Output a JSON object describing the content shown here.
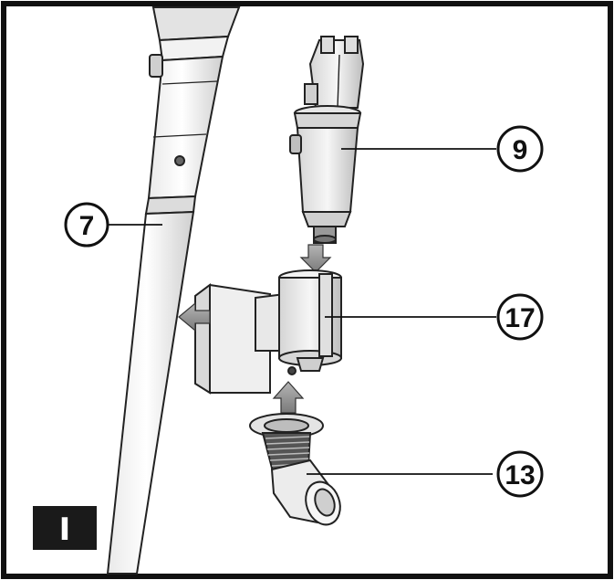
{
  "figure": {
    "step_label": "I",
    "callouts": [
      {
        "id": "7",
        "text": "7"
      },
      {
        "id": "9",
        "text": "9"
      },
      {
        "id": "17",
        "text": "17"
      },
      {
        "id": "13",
        "text": "13"
      }
    ],
    "parts": {
      "tube": "tube-7",
      "motor": "motor-9",
      "bracket": "bracket-17",
      "hose_elbow": "hose-elbow-13"
    },
    "arrows": [
      "arrow-down-motor",
      "arrow-left-bracket",
      "arrow-up-hose"
    ]
  }
}
